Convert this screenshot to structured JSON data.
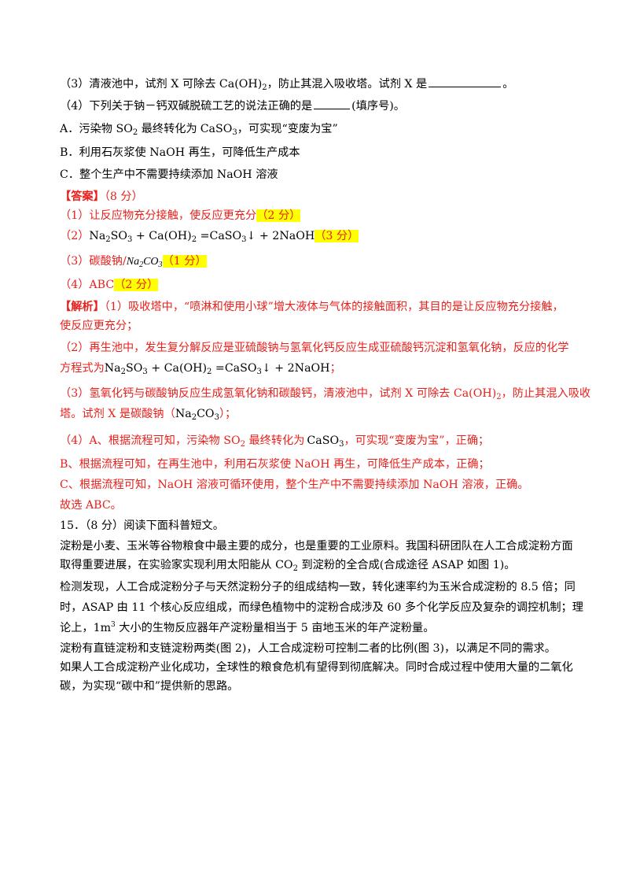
{
  "q3": {
    "pre": "（3）清液池中，试剂 X 可除去 Ca(OH)",
    "sub": "2",
    "post": "，防止其混入吸收塔。试剂 X 是",
    "end": "。"
  },
  "q4": {
    "pre": "（4）下列关于钠－钙双碱脱硫工艺的说法正确的是",
    "post": "(填序号)。"
  },
  "optA": {
    "pre": "A．污染物 SO",
    "sub1": "2",
    "mid": " 最终转化为",
    "f1": "CaSO",
    "f1sub": "3",
    "post": "，可实现“变废为宝”"
  },
  "optB": {
    "text": "B．利用石灰浆使 NaOH 再生，可降低生产成本"
  },
  "optC": {
    "text": "C．整个生产中不需要持续添加 NaOH 溶液"
  },
  "answer": {
    "label": "【答案】",
    "score": "（8 分）"
  },
  "a1": {
    "text": "（1）让反应物充分接触，使反应更充分",
    "score": "（2 分）"
  },
  "a2": {
    "pre": "（2）",
    "eq_a": "Na",
    "eq_a_sub": "2",
    "eq_b": "SO",
    "eq_b_sub": "3",
    "eq_c": " + Ca(OH)",
    "eq_c_sub": "2",
    "eq_d": " =CaSO",
    "eq_d_sub": "3",
    "eq_e": "↓ + 2NaOH",
    "score": "（3 分）"
  },
  "a3": {
    "pre": "（3）碳酸钠/",
    "f": "Na",
    "fsub1": "2",
    "f2": "CO",
    "fsub2": "3",
    "score": "（1 分）"
  },
  "a4": {
    "pre": "（4）ABC",
    "score": "（2 分）"
  },
  "exp1": {
    "label": "【解析】",
    "text": "（1）吸收塔中，“喷淋和使用小球”增大液体与气体的接触面积，其目的是让反应物充分接触，"
  },
  "exp1b": {
    "text": "使反应更充分；"
  },
  "exp2": {
    "text": "（2）再生池中，发生复分解反应是亚硫酸钠与氢氧化钙反应生成亚硫酸钙沉淀和氢氧化钠，反应的化学"
  },
  "exp2b": {
    "pre": "方程式为",
    "eq_a": "Na",
    "eq_a_sub": "2",
    "eq_b": "SO",
    "eq_b_sub": "3",
    "eq_c": " + Ca(OH)",
    "eq_c_sub": "2",
    "eq_d": " =CaSO",
    "eq_d_sub": "3",
    "eq_e": "↓ + 2NaOH",
    "post": "；"
  },
  "exp3": {
    "pre": "（3）氢氧化钙与碳酸钠反应生成氢氧化钠和碳酸钙，清液池中，试剂 X 可除去 Ca(OH)",
    "sub": "2",
    "post": "，防止其混入吸收"
  },
  "exp3b": {
    "pre": "塔。试剂 X 是碳酸钠（",
    "f": "Na",
    "fsub1": "2",
    "f2": "CO",
    "fsub2": "3",
    "post": "）；"
  },
  "exp4": {
    "pre": "（4）A、根据流程可知，污染物 SO",
    "sub": "2",
    "mid": " 最终转化为",
    "f": "CaSO",
    "fsub": "3",
    "post": "，可实现“变废为宝”，正确；"
  },
  "exp4b": {
    "text": "B、根据流程可知，在再生池中，利用石灰浆使 NaOH 再生，可降低生产成本，正确；"
  },
  "exp4c": {
    "text": "C、根据流程可知，NaOH 溶液可循环使用，整个生产中不需要持续添加 NaOH 溶液，正确。"
  },
  "exp4d": {
    "text": "故选 ABC。"
  },
  "q15": {
    "text": "15．（8 分）阅读下面科普短文。"
  },
  "p1": {
    "text": "淀粉是小麦、玉米等谷物粮食中最主要的成分，也是重要的工业原料。我国科研团队在人工合成淀粉方面"
  },
  "p1b": {
    "pre": "取得重要进展，在实验家实现利用太阳能从 CO",
    "sub": "2",
    "post": " 到淀粉的全合成(合成途径 ASAP 如图 1)。"
  },
  "p2": {
    "text": "检测发现，人工合成淀粉分子与天然淀粉分子的组成结构一致，转化速率约为玉米合成淀粉的 8.5 倍；同"
  },
  "p2b": {
    "text": "时，ASAP 由 11 个核心反应组成，而绿色植物中的淀粉合成涉及 60 多个化学反应及复杂的调控机制；理"
  },
  "p2c": {
    "pre": "论上，1m",
    "sup": "3",
    "post": " 大小的生物反应器年产淀粉量相当于 5 亩地玉米的年产淀粉量。"
  },
  "p3": {
    "text": "淀粉有直链淀粉和支链淀粉两类(图 2)，人工合成淀粉可控制二者的比例(图 3)，以满足不同的需求。"
  },
  "p4": {
    "text": "如果人工合成淀粉产业化成功，全球性的粮食危机有望得到彻底解决。同时合成过程中使用大量的二氧化"
  },
  "p4b": {
    "text": "碳，为实现“碳中和”提供新的思路。"
  }
}
